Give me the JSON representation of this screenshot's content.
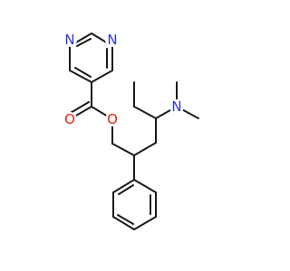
{
  "colors": {
    "background": "#ffffff",
    "bond": "#1a1a1a",
    "nitrogen": "#2b35d6",
    "oxygen": "#e8210c"
  },
  "atoms": {
    "n_ring_left": "N",
    "n_ring_right": "N",
    "o_carbonyl": "O",
    "o_ester": "O",
    "n_amine": "N"
  }
}
